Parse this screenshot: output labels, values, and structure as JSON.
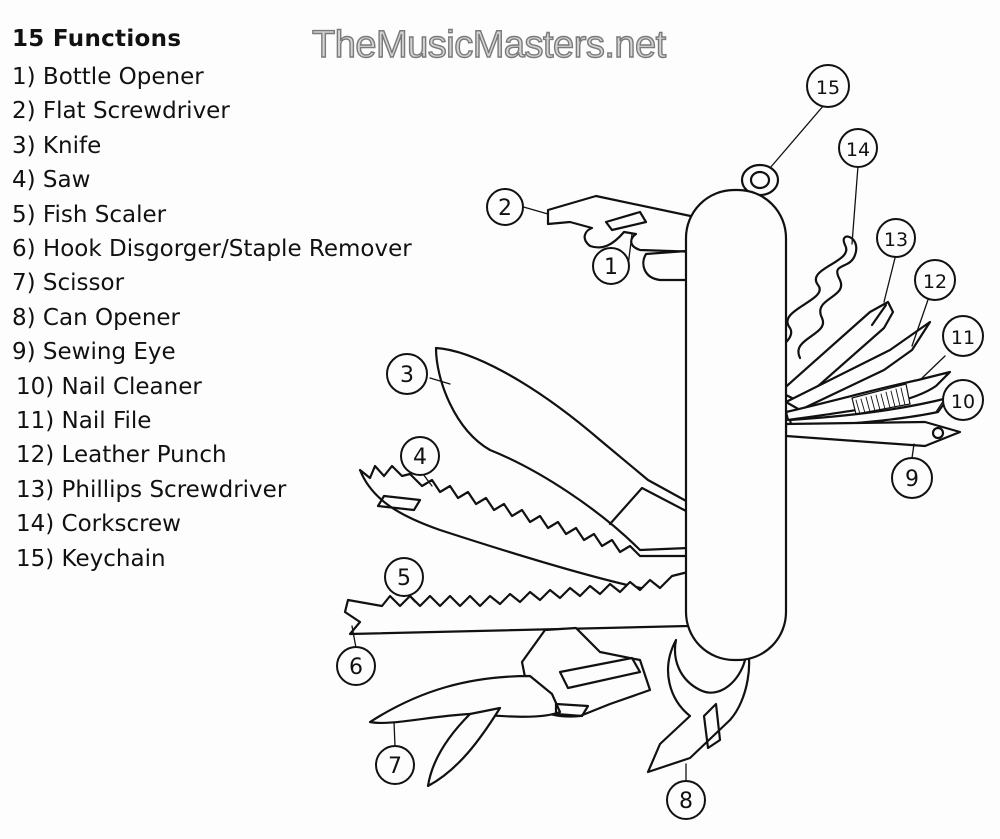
{
  "watermark": "TheMusicMasters.net",
  "heading": "15 Functions",
  "functions": [
    "1) Bottle Opener",
    "2) Flat Screwdriver",
    "3) Knife",
    "4) Saw",
    "5) Fish Scaler",
    "6) Hook Disgorger/Staple Remover",
    "7) Scissor",
    "8) Can Opener",
    "9) Sewing Eye",
    "10) Nail  Cleaner",
    "11) Nail File",
    "12) Leather Punch",
    "13) Phillips Screwdriver",
    "14) Corkscrew",
    "15) Keychain"
  ],
  "callouts": [
    "1",
    "2",
    "3",
    "4",
    "5",
    "6",
    "7",
    "8",
    "9",
    "10",
    "11",
    "12",
    "13",
    "14",
    "15"
  ],
  "colors": {
    "ink": "#111111",
    "paper": "#fdfdfd",
    "watermark_fill": "#d4d4d4",
    "watermark_stroke": "#7a7a7a"
  }
}
